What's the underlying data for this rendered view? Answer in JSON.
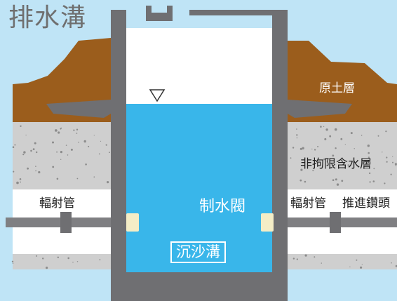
{
  "title": "排水溝",
  "labels": {
    "original_soil": "原土層",
    "unconfined_aquifer": "非拘限含水層",
    "radial_pipe_left": "輻射管",
    "radial_pipe_right": "輻射管",
    "water_valve": "制水閥",
    "jacking_drill_head": "推進鑽頭",
    "sediment_trap": "沉沙溝"
  },
  "colors": {
    "sky": "#bfe4f6",
    "soil": "#9b5d1c",
    "aquifer": "#cfcfcf",
    "wall": "#6f6f72",
    "water": "#39b6ea",
    "pipe": "#7f7f82",
    "valve": "#f4edc6",
    "white_band": "#ffffff"
  }
}
